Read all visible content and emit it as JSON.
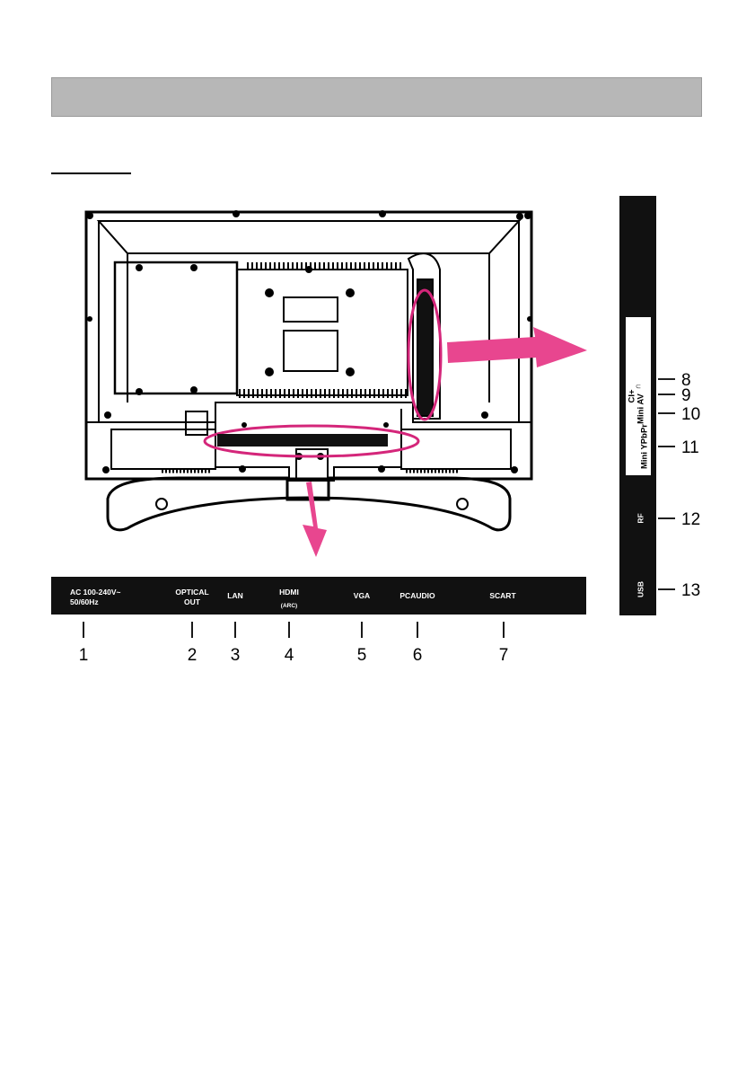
{
  "header": {
    "title": ""
  },
  "section": {
    "heading": ""
  },
  "bottom_panel": {
    "ports": [
      {
        "label_line1": "AC 100-240V~",
        "label_line2": "50/60Hz",
        "number": "1"
      },
      {
        "label_line1": "OPTICAL",
        "label_line2": "OUT",
        "number": "2"
      },
      {
        "label_line1": "LAN",
        "label_line2": "",
        "number": "3"
      },
      {
        "label_line1": "HDMI",
        "label_line2": "(ARC)",
        "number": "4"
      },
      {
        "label_line1": "VGA",
        "label_line2": "",
        "number": "5"
      },
      {
        "label_line1": "PCAUDIO",
        "label_line2": "",
        "number": "6"
      },
      {
        "label_line1": "SCART",
        "label_line2": "",
        "number": "7"
      }
    ]
  },
  "side_panel": {
    "ports": [
      {
        "label": "∩",
        "number": "8"
      },
      {
        "label": "CI+",
        "number": "9"
      },
      {
        "label": "Mini AV",
        "number": "10"
      },
      {
        "label": "Mini YPbPr",
        "number": "11"
      },
      {
        "label": "RF",
        "number": "12"
      },
      {
        "label": "USB",
        "number": "13"
      }
    ]
  },
  "colors": {
    "highlight": "#d4267a",
    "arrow": "#e8468f",
    "panel": "#111111",
    "header_bar": "#b7b7b7"
  }
}
